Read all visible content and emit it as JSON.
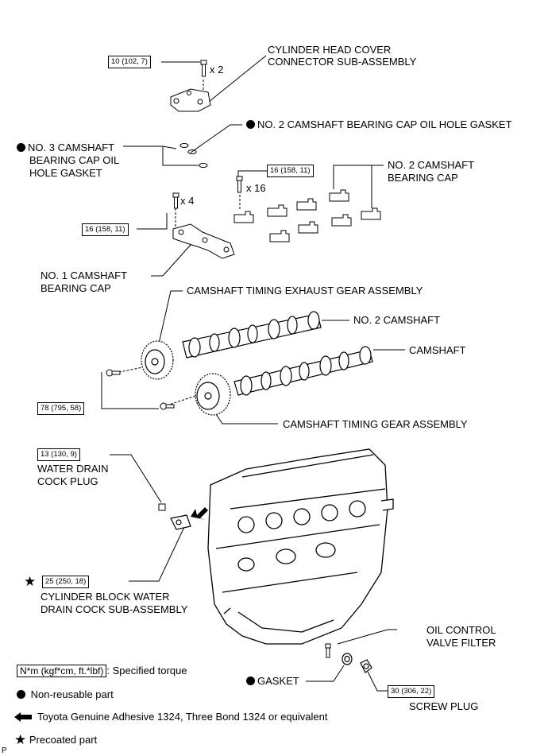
{
  "labels": {
    "head_cover": "CYLINDER HEAD COVER",
    "head_cover_2": "CONNECTOR SUB-ASSEMBLY",
    "no2_gasket": "NO. 2 CAMSHAFT BEARING CAP OIL HOLE GASKET",
    "no3_gasket_1": "NO. 3 CAMSHAFT",
    "no3_gasket_2": "BEARING CAP OIL",
    "no3_gasket_3": "HOLE GASKET",
    "no2_cap_1": "NO. 2 CAMSHAFT",
    "no2_cap_2": "BEARING CAP",
    "no1_cap_1": "NO. 1 CAMSHAFT",
    "no1_cap_2": "BEARING CAP",
    "exhaust_gear": "CAMSHAFT TIMING EXHAUST GEAR ASSEMBLY",
    "no2_camshaft": "NO. 2 CAMSHAFT",
    "camshaft": "CAMSHAFT",
    "timing_gear": "CAMSHAFT TIMING GEAR ASSEMBLY",
    "drain_plug_1": "WATER DRAIN",
    "drain_plug_2": "COCK PLUG",
    "drain_cock_1": "CYLINDER BLOCK WATER",
    "drain_cock_2": "DRAIN COCK SUB-ASSEMBLY",
    "ocv_filter_1": "OIL CONTROL",
    "ocv_filter_2": "VALVE FILTER",
    "gasket": "GASKET",
    "screw_plug": "SCREW PLUG",
    "corner": "P"
  },
  "torques": {
    "head_cover": "10 (102, 7)",
    "no2_cap": "16 (158, 11)",
    "no1_cap": "16 (158, 11)",
    "gear_bolts": "78 (795, 58)",
    "drain_plug": "13 (130, 9)",
    "drain_cock": "25 (250, 18)",
    "screw_plug": "30 (306, 22)"
  },
  "quantities": {
    "head_cover": "x 2",
    "no2_cap": "x 16",
    "no1_cap": "x 4"
  },
  "legend": {
    "torque_box": "N*m (kgf*cm, ft.*lbf)",
    "torque_text": ": Specified torque",
    "nonreusable": "Non-reusable part",
    "adhesive": "Toyota Genuine Adhesive 1324, Three Bond 1324 or equivalent",
    "precoated": "Precoated part"
  }
}
